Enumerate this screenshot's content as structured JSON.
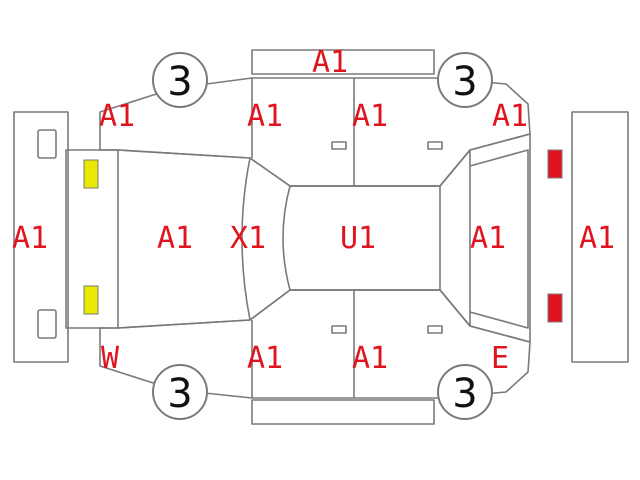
{
  "colors": {
    "code_text": "#e0141e",
    "outline": "#7a7a7a",
    "front_lamp": "#e8e800",
    "rear_lamp": "#e0141e"
  },
  "labels": {
    "roof_top": "A1",
    "front_left_fender": "A1",
    "front_left_door": "A1",
    "rear_left_door": "A1",
    "rear_left_fender": "A1",
    "front_bumper": "A1",
    "hood": "A1",
    "windshield": "X1",
    "roof": "U1",
    "trunk": "A1",
    "rear_bumper": "A1",
    "front_right_corner": "W",
    "front_right_door": "A1",
    "rear_right_door": "A1",
    "rear_right_corner": "E",
    "bottom_rocker": ""
  },
  "wheels": {
    "front_left": "3",
    "rear_left": "3",
    "front_right": "3",
    "rear_right": "3"
  }
}
